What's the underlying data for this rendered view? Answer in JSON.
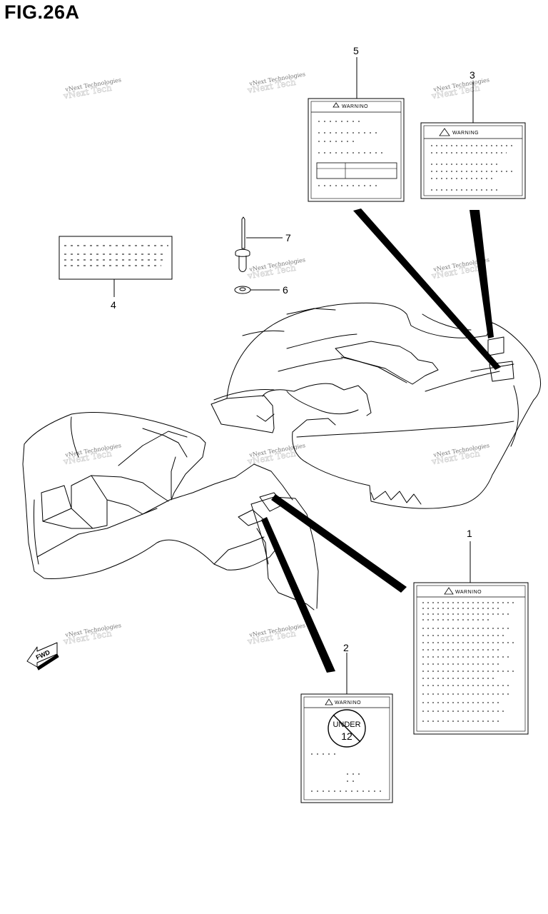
{
  "figure": {
    "title": "FIG.26A"
  },
  "watermark": {
    "text": "vNext Technologies"
  },
  "parts": [
    {
      "number": "1",
      "label_heading": "WARNINO"
    },
    {
      "number": "2",
      "label_heading": "WARNINO",
      "badge_line1": "UNDER",
      "badge_line2": "12"
    },
    {
      "number": "3",
      "label_heading": "WARNING"
    },
    {
      "number": "4"
    },
    {
      "number": "5",
      "label_heading": "WARNINO"
    },
    {
      "number": "6"
    },
    {
      "number": "7"
    }
  ],
  "direction_badge": {
    "text": "FWD"
  }
}
